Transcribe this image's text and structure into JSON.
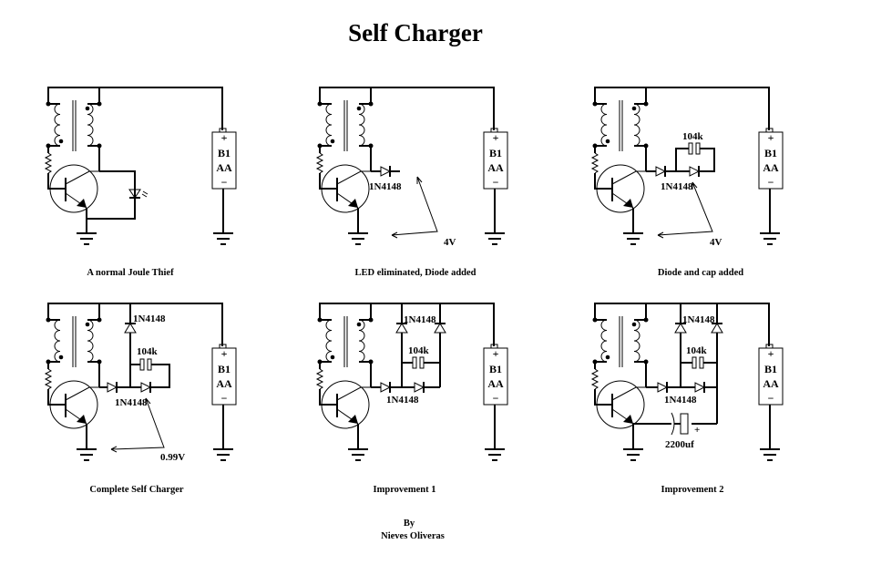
{
  "title": "Self Charger",
  "battery": {
    "name": "B1",
    "type": "AA",
    "plus": "+",
    "minus": "−"
  },
  "panels": [
    {
      "caption": "A normal Joule Thief"
    },
    {
      "caption": "LED eliminated, Diode added",
      "diode_label": "1N4148",
      "voltage": "4V"
    },
    {
      "caption": "Diode and cap added",
      "diode_label": "1N4148",
      "cap_label": "104k",
      "voltage": "4V"
    },
    {
      "caption": "Complete Self Charger",
      "top_diode_label": "1N4148",
      "diode_label": "1N4148",
      "cap_label": "104k",
      "voltage": "0.99V"
    },
    {
      "caption": "Improvement 1",
      "top_diode_label": "1N4148",
      "diode_label": "1N4148",
      "cap_label": "104k"
    },
    {
      "caption": "Improvement 2",
      "top_diode_label": "1N4148",
      "diode_label": "1N4148",
      "cap_label": "104k",
      "big_cap_label": "2200uf",
      "big_cap_plus": "+"
    }
  ],
  "credit": {
    "by": "By",
    "author": "Nieves Oliveras"
  }
}
